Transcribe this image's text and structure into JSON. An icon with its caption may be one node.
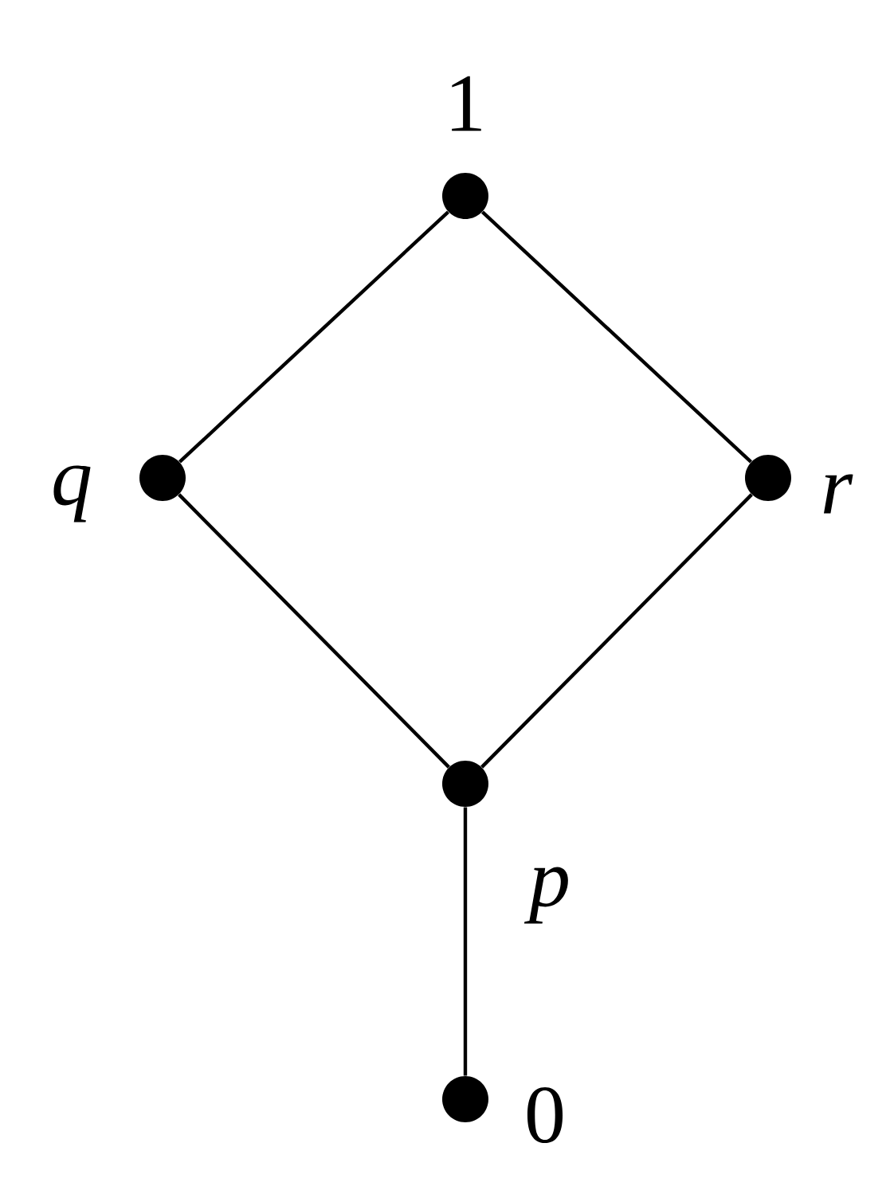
{
  "diagram": {
    "nodes": [
      {
        "text": [],
        "shape": "circle",
        "beside": [
          "1"
        ]
      },
      {
        "text": [],
        "shape": "circle",
        "beside": [
          "q"
        ]
      },
      {
        "text": [],
        "shape": "circle",
        "beside": [
          "r"
        ]
      },
      {
        "text": [],
        "shape": "circle",
        "beside": [
          "p"
        ]
      },
      {
        "text": [],
        "shape": "circle",
        "beside": [
          "0"
        ]
      }
    ],
    "edges": [
      {
        "from": 0,
        "to": 1,
        "arrow": "none"
      },
      {
        "from": 0,
        "to": 2,
        "arrow": "none"
      },
      {
        "from": 1,
        "to": 3,
        "arrow": "none"
      },
      {
        "from": 2,
        "to": 3,
        "arrow": "none"
      },
      {
        "from": 3,
        "to": 4,
        "arrow": "none"
      }
    ]
  }
}
